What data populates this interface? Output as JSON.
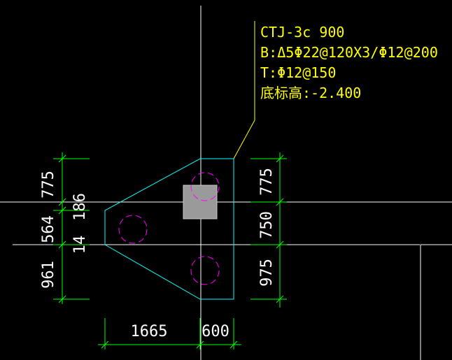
{
  "annotation": {
    "line1": "CTJ-3c 900",
    "line2": "B:Δ5Φ22@120X3/Φ12@200",
    "line3": "T:Φ12@150",
    "line4": "底标高:-2.400"
  },
  "dims": {
    "left_top": "775",
    "left_mid": "564",
    "left_bottom": "961",
    "inner_top": "186",
    "inner_bottom": "14",
    "right_top": "775",
    "right_mid": "750",
    "right_bottom": "975",
    "bottom_left": "1665",
    "bottom_right": "600"
  },
  "colors": {
    "background": "#000000",
    "annotation": "#ffff00",
    "dimension": "#00ff00",
    "dim_text": "#ffffff",
    "outline": "#00ffff",
    "pile": "#ff00ff",
    "axis": "#ffffff",
    "column": "#9a9a9a"
  }
}
